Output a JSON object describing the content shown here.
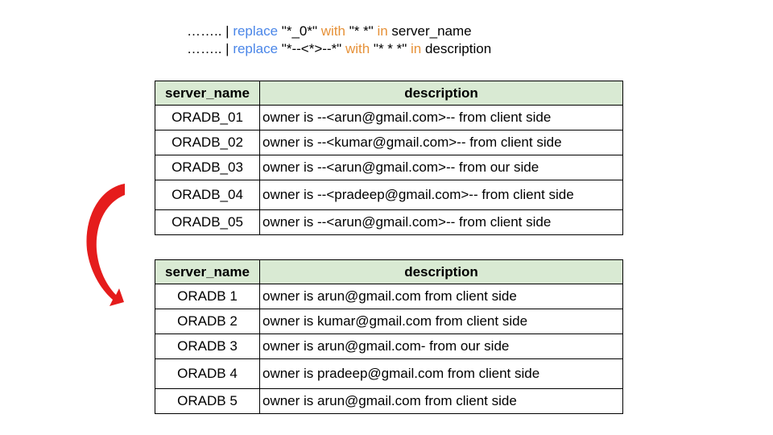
{
  "commands": [
    {
      "prefix": "…….. | ",
      "replace_kw": "replace",
      "pattern": " \"*_0*\" ",
      "with_kw": "with",
      "replacement": " \"* *\" ",
      "in_kw": "in",
      "field": " server_name"
    },
    {
      "prefix": "…….. | ",
      "replace_kw": "replace",
      "pattern": " \"*--<*>--*\" ",
      "with_kw": "with",
      "replacement": " \"* * *\" ",
      "in_kw": "in",
      "field": " description"
    }
  ],
  "colors": {
    "keyword_blue": "#4a86e8",
    "keyword_orange": "#e69138",
    "header_bg": "#d9ead3",
    "arrow_red": "#e51c1c"
  },
  "table_before": {
    "headers": [
      "server_name",
      "description"
    ],
    "rows": [
      [
        "ORADB_01",
        "owner is --<arun@gmail.com>-- from client side"
      ],
      [
        "ORADB_02",
        "owner is --<kumar@gmail.com>-- from client side"
      ],
      [
        "ORADB_03",
        "owner is --<arun@gmail.com>-- from our side"
      ],
      [
        "ORADB_04",
        "owner is --<pradeep@gmail.com>-- from client side"
      ],
      [
        "ORADB_05",
        "owner is --<arun@gmail.com>-- from client side"
      ]
    ]
  },
  "table_after": {
    "headers": [
      "server_name",
      "description"
    ],
    "rows": [
      [
        "ORADB 1",
        "owner is arun@gmail.com from client side"
      ],
      [
        "ORADB 2",
        "owner is kumar@gmail.com from client side"
      ],
      [
        "ORADB 3",
        "owner is arun@gmail.com- from our side"
      ],
      [
        "ORADB 4",
        "owner is pradeep@gmail.com from client side"
      ],
      [
        "ORADB 5",
        "owner is arun@gmail.com from client side"
      ]
    ]
  },
  "arrow_icon": "curved-arrow-down-icon"
}
